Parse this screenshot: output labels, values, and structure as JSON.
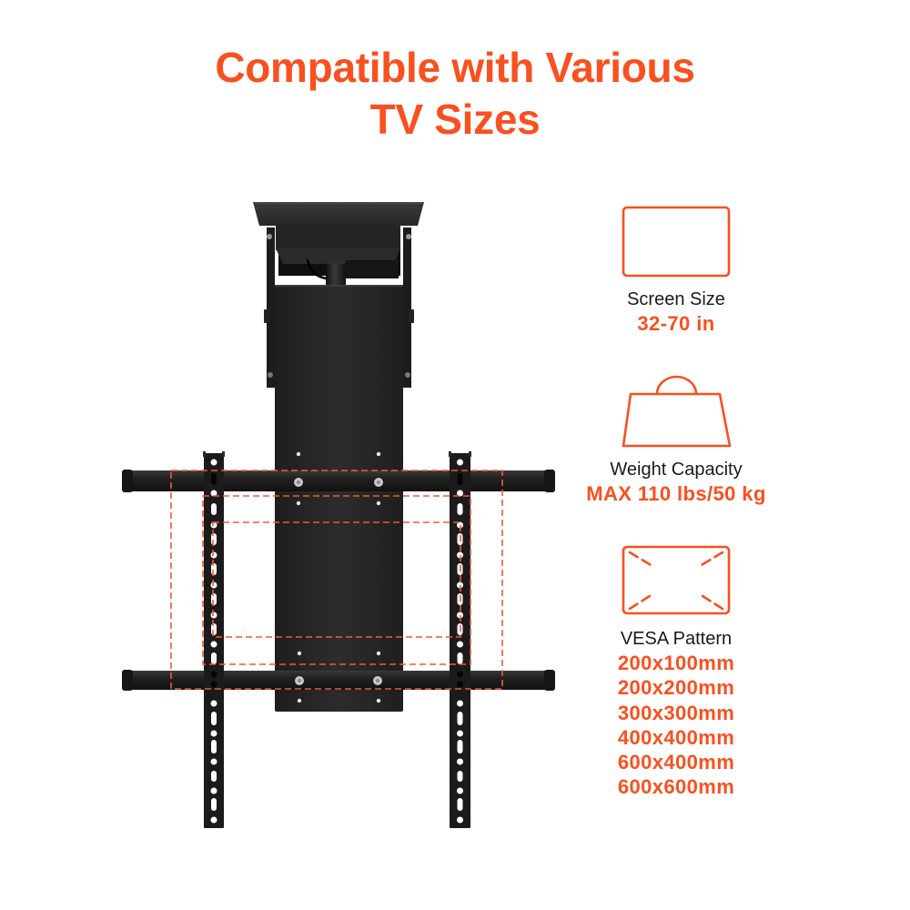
{
  "title": {
    "line1": "Compatible with Various",
    "line2": "TV Sizes"
  },
  "colors": {
    "accent": "#F9501F",
    "text": "#1a1a1a",
    "mount": "#222222",
    "background": "#ffffff"
  },
  "product_image": {
    "subject": "ceiling TV mount with VESA brackets and dashed VESA outlines"
  },
  "specs": [
    {
      "icon": "screen-icon",
      "label": "Screen Size",
      "value": "32-70 in"
    },
    {
      "icon": "weight-icon",
      "label": "Weight Capacity",
      "value": "MAX 110 lbs/50 kg"
    },
    {
      "icon": "vesa-icon",
      "label": "VESA Pattern",
      "values": [
        "200x100mm",
        "200x200mm",
        "300x300mm",
        "400x400mm",
        "600x400mm",
        "600x600mm"
      ]
    }
  ]
}
